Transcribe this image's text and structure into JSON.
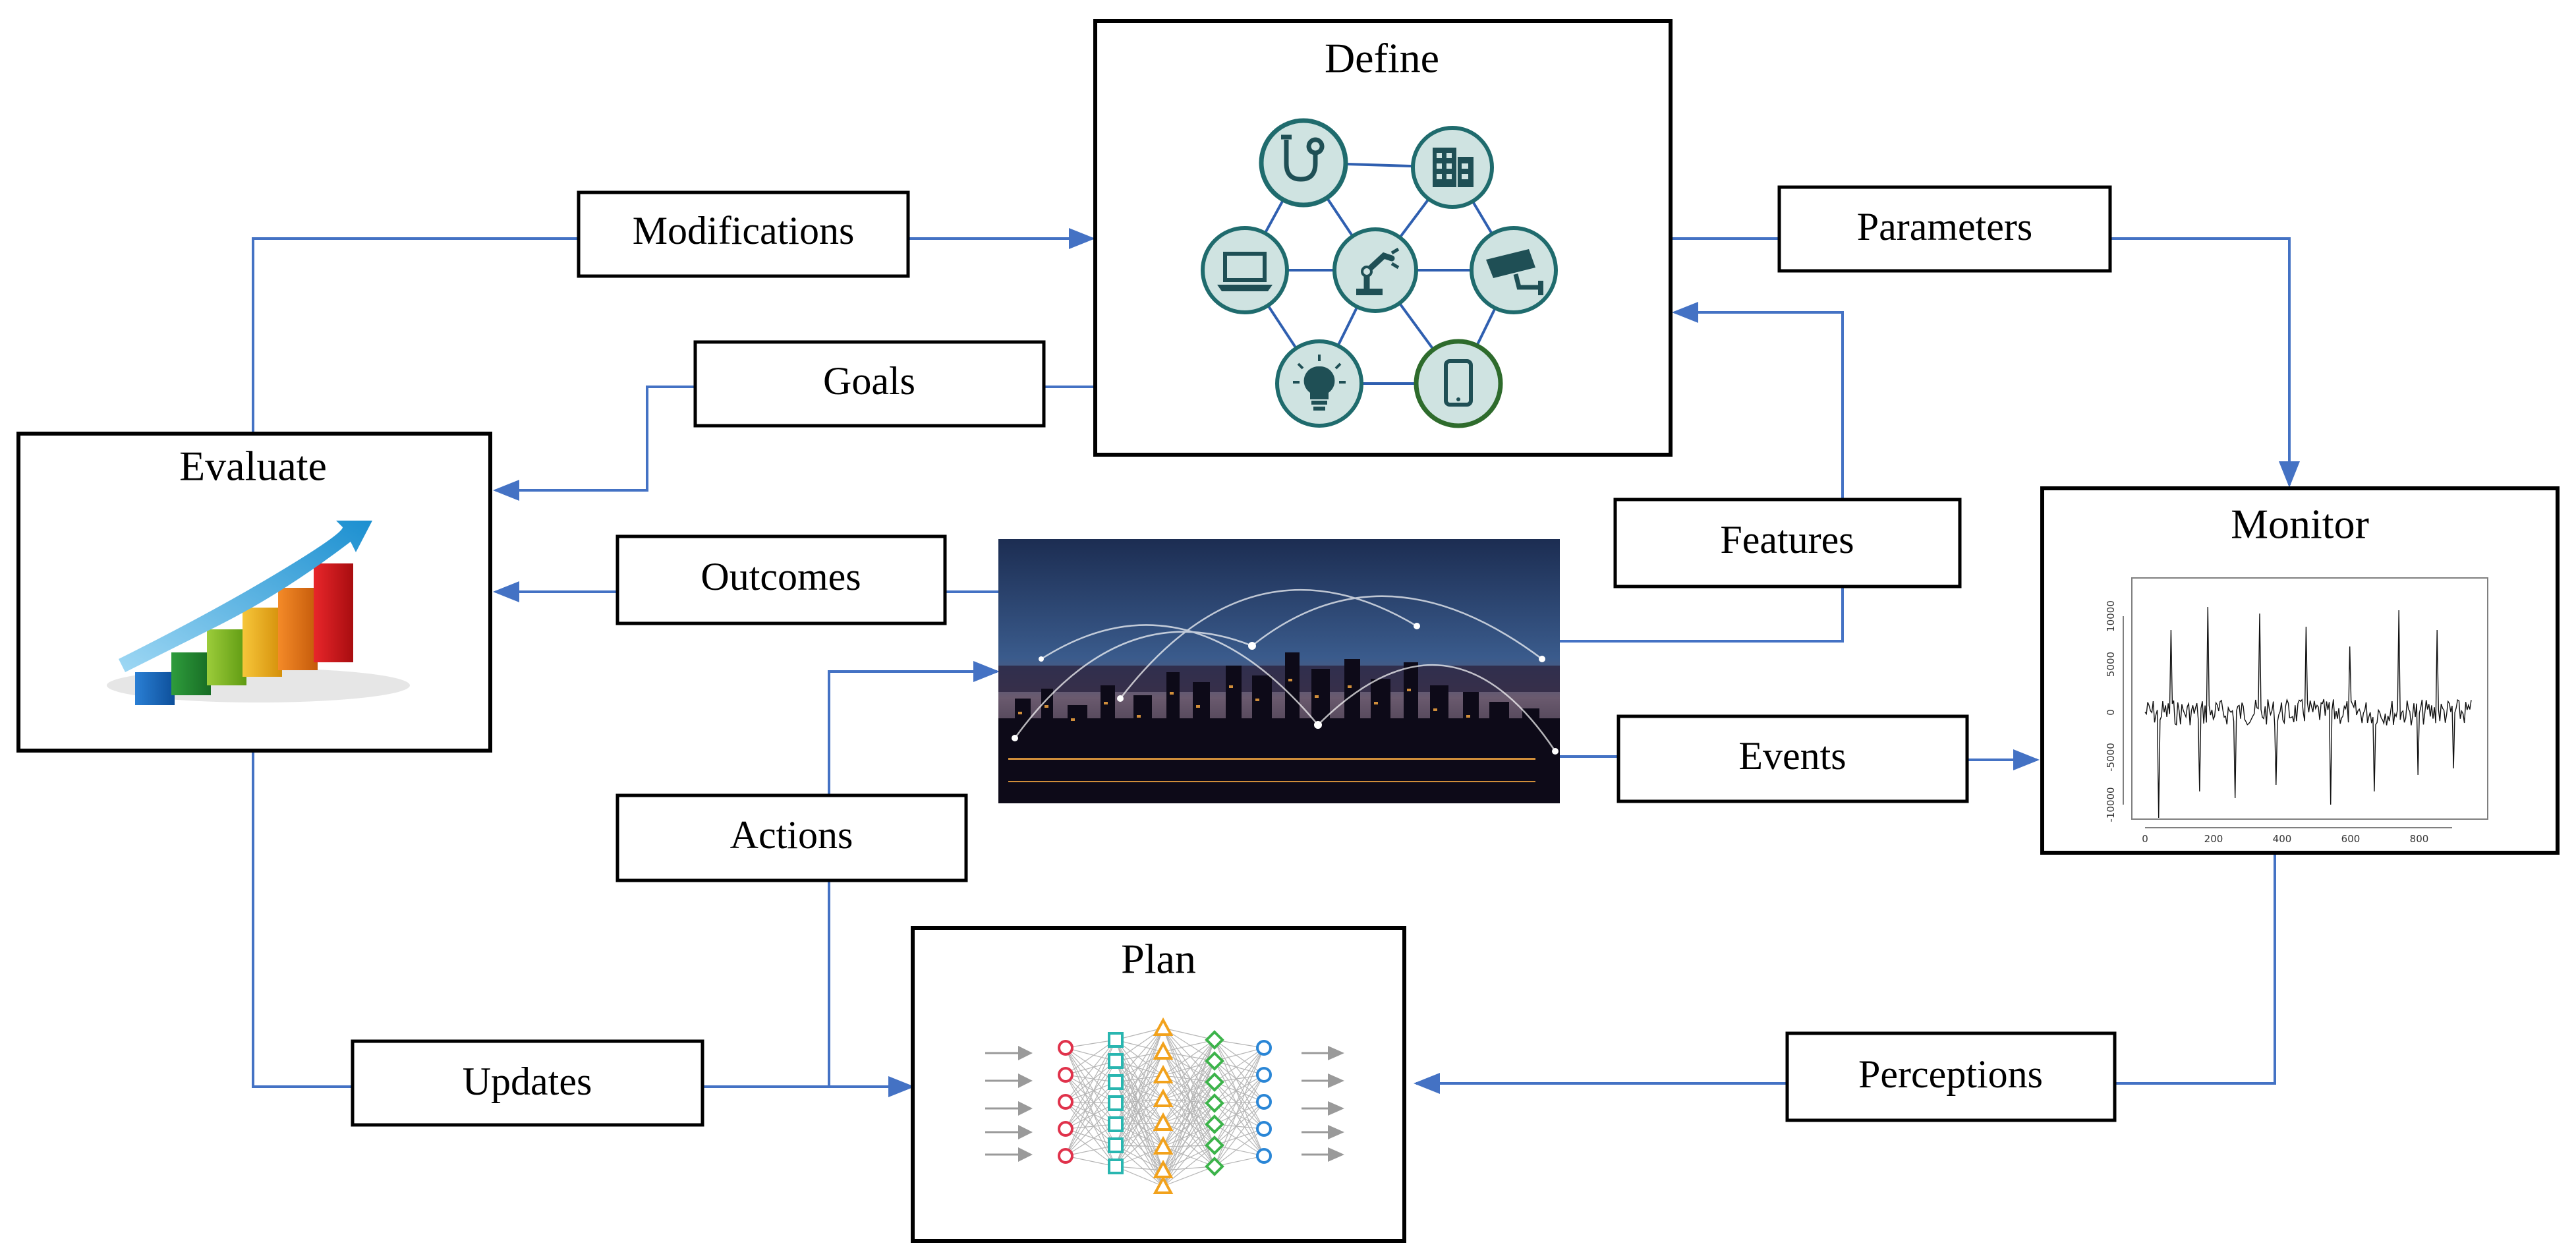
{
  "nodes": {
    "define": "Define",
    "evaluate": "Evaluate",
    "monitor": "Monitor",
    "plan": "Plan"
  },
  "edges": {
    "modifications": "Modifications",
    "goals": "Goals",
    "parameters": "Parameters",
    "features": "Features",
    "outcomes": "Outcomes",
    "events": "Events",
    "actions": "Actions",
    "updates": "Updates",
    "perceptions": "Perceptions"
  },
  "monitor_chart": {
    "yticks": [
      "-10000",
      "-5000",
      "0",
      "5000",
      "10000"
    ],
    "xticks": [
      "0",
      "200",
      "400",
      "600",
      "800"
    ]
  },
  "define_icons": [
    "stethoscope-icon",
    "building-icon",
    "laptop-icon",
    "robot-arm-icon",
    "security-camera-icon",
    "lightbulb-icon",
    "smartphone-icon"
  ],
  "colors": {
    "arrow": "#4472c4",
    "icon_fill": "#cfe3e1",
    "icon_stroke": "#1f6b6d",
    "box_border": "#000000"
  }
}
